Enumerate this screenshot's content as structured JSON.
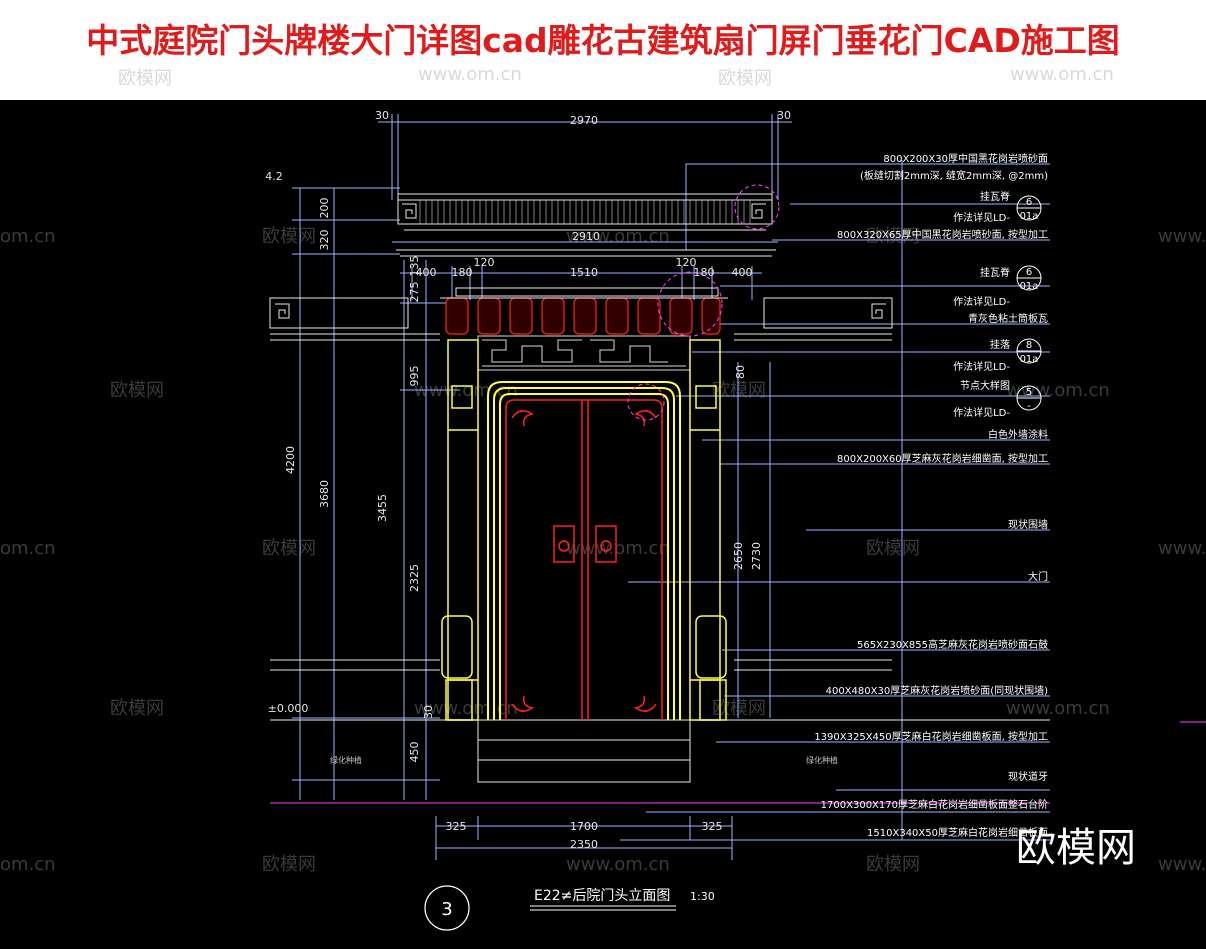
{
  "header": {
    "title": "中式庭院门头牌楼大门详图cad雕花古建筑扇门屏门垂花门CAD施工图"
  },
  "watermarks": {
    "brand": "欧模网",
    "site": "www.om.cn",
    "site_short": "om.cn"
  },
  "colors": {
    "title": "#e01b1b",
    "background": "#000000",
    "dimension": "#9fb3ff",
    "outline": "#ffff3c",
    "door": "#ff2020",
    "annotation": "#ffffff",
    "magenta": "#ff40ff"
  },
  "dimensions": {
    "top_total": "2970",
    "top_left_offset": "30",
    "top_right_offset": "30",
    "cornice_width": "2910",
    "seg_400_left": "400",
    "seg_180_left": "180",
    "seg_120_left": "120",
    "seg_1510": "1510",
    "seg_120_right": "120",
    "seg_180_right": "180",
    "seg_400_right": "400",
    "elev_top": "4.2",
    "elev_zero": "±0.000",
    "v_200": "200",
    "v_320": "320",
    "v_135": "135",
    "v_275": "275",
    "v_995": "995",
    "v_4200": "4200",
    "v_3680": "3680",
    "v_3455": "3455",
    "v_2325": "2325",
    "v_80": "80",
    "v_2650": "2650",
    "v_2730": "2730",
    "v_30": "30",
    "v_450": "450",
    "bottom_325_left": "325",
    "bottom_1700": "1700",
    "bottom_325_right": "325",
    "bottom_total": "2350"
  },
  "annotations": [
    "800X200X30厚中国黑花岗岩喷砂面",
    "(板缝切割2mm深, 缝宽2mm深, @2mm)",
    "挂瓦脊",
    "作法详见LD-",
    "800X320X65厚中国黑花岗岩喷砂面, 按型加工",
    "挂瓦脊",
    "作法详见LD-",
    "青灰色粘土筒板瓦",
    "挂落",
    "作法详见LD-",
    "节点大样图",
    "作法详见LD-",
    "白色外墙涂料",
    "800X200X60厚芝麻灰花岗岩细凿面, 按型加工",
    "现状围墙",
    "大门",
    "565X230X855高芝麻灰花岗岩喷砂面石鼓",
    "400X480X30厚芝麻灰花岗岩喷砂面(同现状围墙)",
    "1390X325X450厚芝麻白花岗岩细凿板面, 按型加工",
    "现状道牙",
    "1700X300X170厚芝麻白花岗岩细凿板面整石台阶",
    "1510X340X50厚芝麻白花岗岩细凿板面"
  ],
  "detail_refs": [
    {
      "top": "6",
      "bottom": "01a"
    },
    {
      "top": "6",
      "bottom": "01a"
    },
    {
      "top": "8",
      "bottom": "01a"
    },
    {
      "top": "5",
      "bottom": "-"
    }
  ],
  "ground_labels": [
    "绿化种植",
    "绿化种植"
  ],
  "drawing": {
    "number": "3",
    "name": "E22≠后院门头立面图",
    "scale": "1:30"
  }
}
